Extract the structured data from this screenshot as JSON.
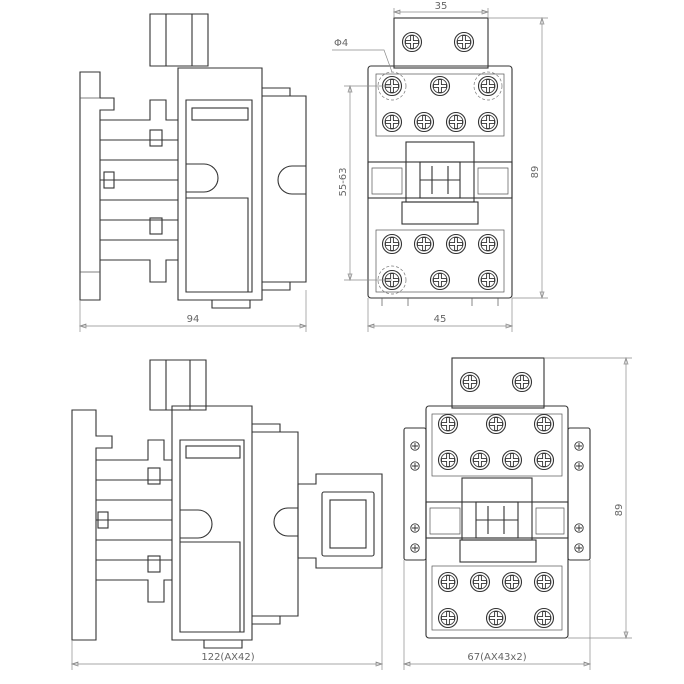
{
  "dimensions": {
    "top_side_width": "94",
    "top_front_width": "45",
    "top_front_height": "89",
    "top_mount_pitch": "55-63",
    "top_terminal_spacing": "35",
    "top_hole_diameter": "Φ4",
    "bottom_side_width": "122(AX42)",
    "bottom_front_width": "67(AX43x2)",
    "bottom_front_height": "89"
  },
  "colors": {
    "line": "#333333",
    "dimension": "#8a8a8a",
    "background": "#ffffff"
  }
}
